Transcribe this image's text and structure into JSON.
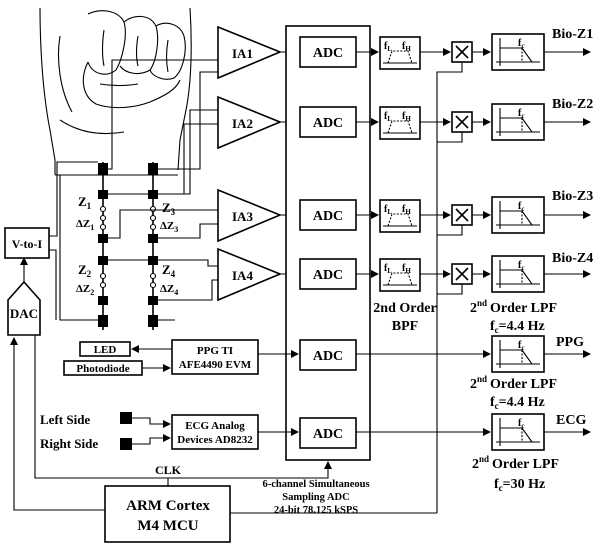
{
  "amplifiers": [
    "IA1",
    "IA2",
    "IA3",
    "IA4"
  ],
  "adc_label": "ADC",
  "bpf_cutoffs": {
    "low": "f",
    "low_sub": "L",
    "high": "f",
    "high_sub": "H"
  },
  "lpf_cutoff": {
    "main": "f",
    "sub": "c"
  },
  "outputs": [
    "Bio-Z1",
    "Bio-Z2",
    "Bio-Z3",
    "Bio-Z4",
    "PPG",
    "ECG"
  ],
  "impedances": {
    "z1": {
      "main": "Z",
      "sub": "1"
    },
    "dz1": {
      "main": "ΔZ",
      "sub": "1"
    },
    "z2": {
      "main": "Z",
      "sub": "2"
    },
    "dz2": {
      "main": "ΔZ",
      "sub": "2"
    },
    "z3": {
      "main": "Z",
      "sub": "3"
    },
    "dz3": {
      "main": "ΔZ",
      "sub": "3"
    },
    "z4": {
      "main": "Z",
      "sub": "4"
    },
    "dz4": {
      "main": "ΔZ",
      "sub": "4"
    }
  },
  "blocks": {
    "v_to_i": "V-to-I",
    "dac": "DAC",
    "led": "LED",
    "photodiode": "Photodiode",
    "ppg_line1": "PPG TI",
    "ppg_line2": "AFE4490 EVM",
    "ecg_line1": "ECG Analog",
    "ecg_line2": "Devices AD8232",
    "left_side": "Left Side",
    "right_side": "Right Side",
    "clk": "CLK",
    "mcu_line1": "ARM Cortex",
    "mcu_line2": "M4 MCU"
  },
  "captions": {
    "bpf_line1": "2nd Order",
    "bpf_line2": "BPF",
    "lpf1_sup": "nd",
    "lpf1_line1": "Order LPF",
    "lpf1_fc": "=4.4 Hz",
    "lpf2_sup": "nd",
    "lpf2_line1": "Order LPF",
    "lpf2_fc": "=4.4 Hz",
    "lpf3_sup": "nd",
    "lpf3_line1": "Order LPF",
    "lpf3_fc": "=30 Hz",
    "two": "2",
    "f": "f",
    "c": "c",
    "adc_line1": "6-channel Simultaneous",
    "adc_line2": "Sampling ADC",
    "adc_line3": "24-bit 78.125 kSPS"
  }
}
